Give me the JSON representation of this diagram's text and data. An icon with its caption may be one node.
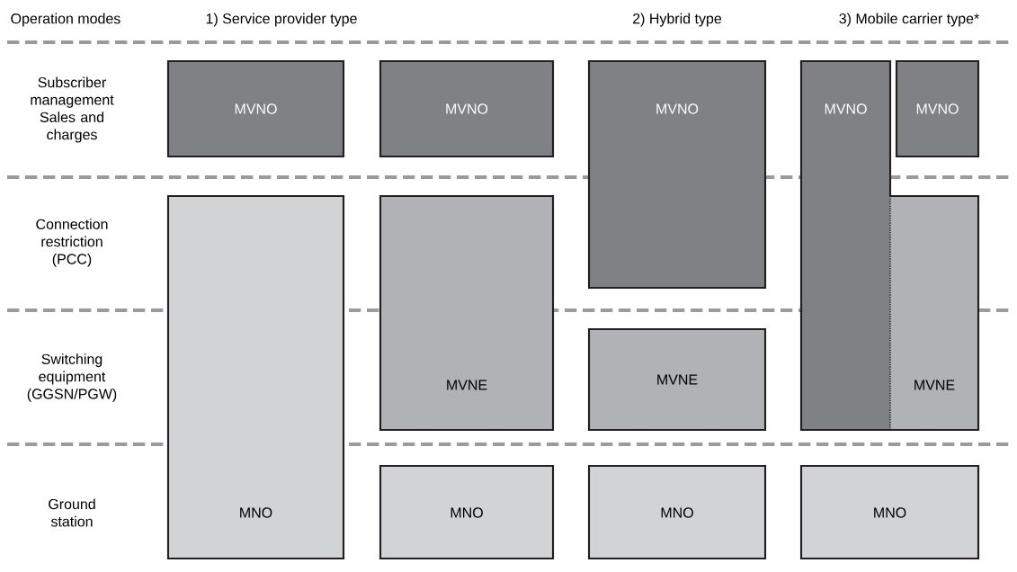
{
  "diagram": {
    "nodes": [
      {
        "text": [
          "MVNO"
        ]
      },
      {
        "text": [
          "MVNO"
        ]
      },
      {
        "text": [
          "MVNO"
        ]
      },
      {
        "text": [
          "MVNO"
        ]
      },
      {
        "text": [
          "MVNO"
        ]
      },
      {
        "text": [
          "MVNE"
        ]
      },
      {
        "text": [
          "MVNE"
        ]
      },
      {
        "text": [
          "MVNE"
        ]
      },
      {
        "text": [
          "MNO"
        ]
      },
      {
        "text": [
          "MNO"
        ]
      },
      {
        "text": [
          "MNO"
        ]
      },
      {
        "text": [
          "MNO"
        ]
      }
    ],
    "labels": [
      "Operation modes",
      "1) Service provider type",
      "2) Hybrid type",
      "3) Mobile carrier type*",
      "Subscriber management Sales and charges",
      "Connection restriction (PCC)",
      "Switching equipment (GGSN/PGW)",
      "Ground station"
    ]
  }
}
